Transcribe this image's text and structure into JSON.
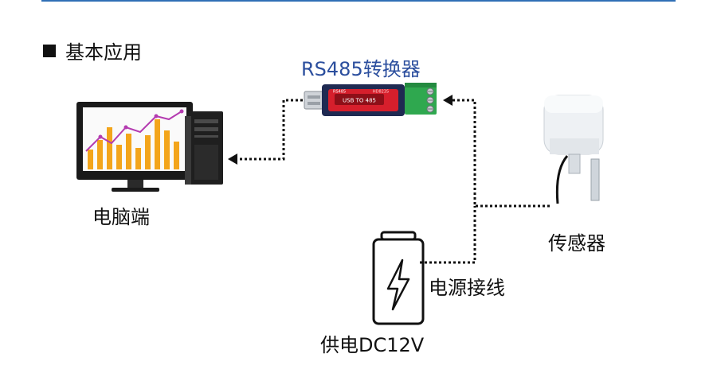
{
  "header": {
    "section_title": "基本应用"
  },
  "labels": {
    "converter": "RS485转换器",
    "pc": "电脑端",
    "sensor": "传感器",
    "power_wiring": "电源接线",
    "power_supply": "供电DC12V"
  },
  "device": {
    "usb_label": "USB TO 485",
    "model": "HD8235",
    "brand": "RS485"
  },
  "colors": {
    "accent_blue": "#2c4f9e",
    "connector_line": "#111111",
    "device_red": "#d61f2c",
    "terminal_green": "#2fa84f",
    "chart_orange": "#f3a51b",
    "chart_line": "#b43bb0"
  }
}
